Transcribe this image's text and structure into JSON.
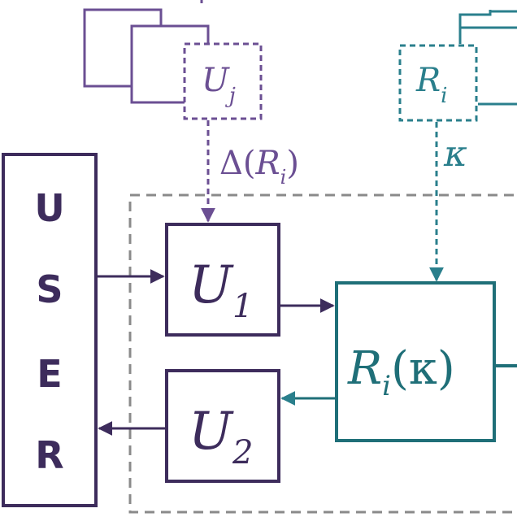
{
  "diagram": {
    "user_box": {
      "letters": [
        "U",
        "S",
        "E",
        "R"
      ]
    },
    "top_left_stack": {
      "label_main": "U",
      "label_sub": "j"
    },
    "top_right_stack": {
      "label_main": "R",
      "label_sub": "i"
    },
    "delta_label": {
      "prefix": "Δ(",
      "main": "R",
      "sub": "i",
      "suffix": ")"
    },
    "kappa_label": "κ",
    "u1_box": {
      "main": "U",
      "sub": "1"
    },
    "u2_box": {
      "main": "U",
      "sub": "2"
    },
    "ri_box": {
      "main": "R",
      "sub": "i",
      "suffix": "(κ)"
    },
    "colors": {
      "purple": "#3d2c5c",
      "light_purple": "#6b4f93",
      "teal": "#2a7f8c",
      "dark_teal": "#1f6f78",
      "dashed_gray": "#8a8a8a"
    }
  }
}
